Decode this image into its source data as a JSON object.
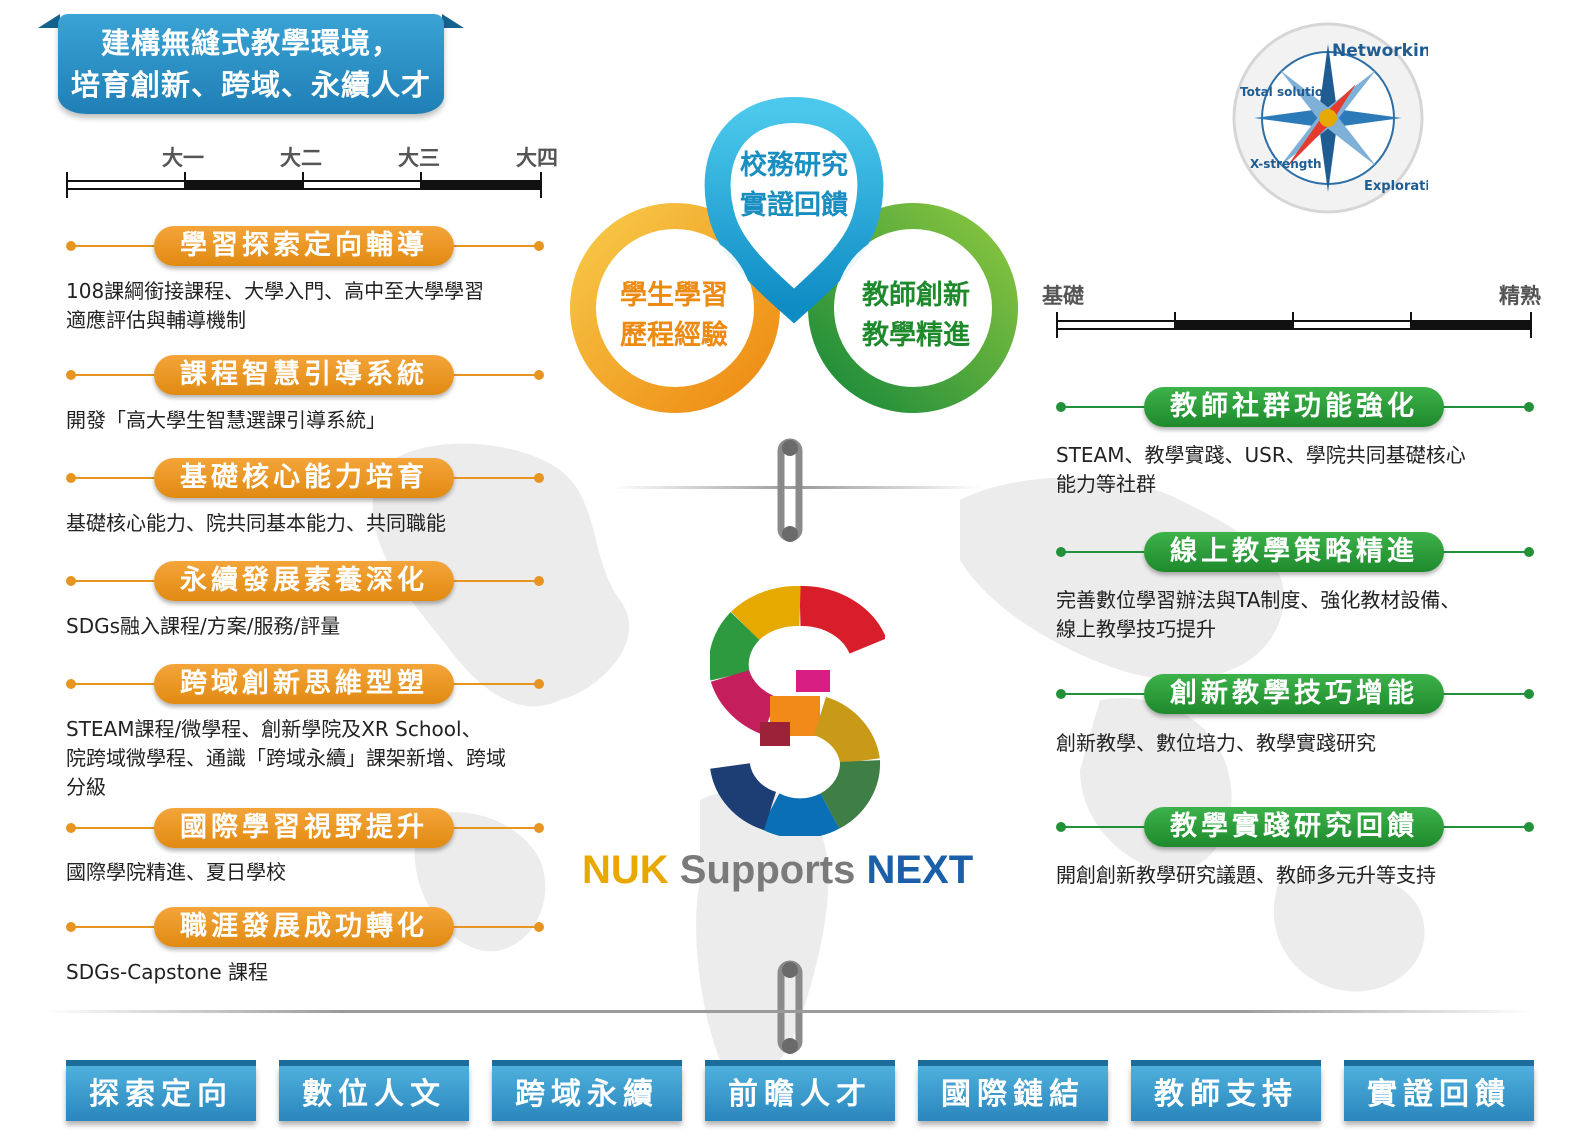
{
  "banner": {
    "line1": "建構無縫式教學環境，",
    "line2": "培育創新、跨域、永續人才"
  },
  "year_scale": {
    "labels": [
      "大一",
      "大二",
      "大三",
      "大四"
    ]
  },
  "level_scale": {
    "start": "基礎",
    "end": "精熟"
  },
  "left_items": [
    {
      "title": "學習探索定向輔導",
      "desc": [
        "108課綱銜接課程、大學入門、高中至大學學習",
        "適應評估與輔導機制"
      ]
    },
    {
      "title": "課程智慧引導系統",
      "desc": [
        "開發「高大學生智慧選課引導系統」"
      ]
    },
    {
      "title": "基礎核心能力培育",
      "desc": [
        "基礎核心能力、院共同基本能力、共同職能"
      ]
    },
    {
      "title": "永續發展素養深化",
      "desc": [
        "SDGs融入課程/方案/服務/評量"
      ]
    },
    {
      "title": "跨域創新思維型塑",
      "desc": [
        "STEAM課程/微學程、創新學院及XR School、",
        "院跨域微學程、通識「跨域永續」課架新增、跨域",
        "分級"
      ]
    },
    {
      "title": "國際學習視野提升",
      "desc": [
        "國際學院精進、夏日學校"
      ]
    },
    {
      "title": "職涯發展成功轉化",
      "desc": [
        "SDGs-Capstone 課程"
      ]
    }
  ],
  "right_items": [
    {
      "title": "教師社群功能強化",
      "desc": [
        "STEAM、教學實踐、USR、學院共同基礎核心",
        "能力等社群"
      ]
    },
    {
      "title": "線上教學策略精進",
      "desc": [
        "完善數位學習辦法與TA制度、強化教材設備、",
        "線上教學技巧提升"
      ]
    },
    {
      "title": "創新教學技巧增能",
      "desc": [
        "創新教學、數位培力、教學實踐研究"
      ]
    },
    {
      "title": "教學實踐研究回饋",
      "desc": [
        "開創創新教學研究議題、教師多元升等支持"
      ]
    }
  ],
  "trefoil": {
    "top": [
      "校務研究",
      "實證回饋"
    ],
    "left": [
      "學生學習",
      "歷程經驗"
    ],
    "right": [
      "教師創新",
      "教學精進"
    ],
    "colors": {
      "top": "#1aa7d9",
      "left": "#f2a11c",
      "right": "#3aa43a"
    }
  },
  "logo": {
    "part1": "NUK",
    "part2": "Supports",
    "part3": "NEXT"
  },
  "compass": {
    "north": "Networking",
    "west": "Total solution",
    "east": "Exploration",
    "south": "X-strength"
  },
  "bottom_buttons": [
    "探索定向",
    "數位人文",
    "跨域永續",
    "前瞻人才",
    "國際鏈結",
    "教師支持",
    "實證回饋"
  ],
  "colors": {
    "orange": "#e89420",
    "green": "#23913a",
    "blue": "#2a86bd",
    "nuk_yellow": "#e8a800",
    "nuk_gray": "#7a7a7a",
    "nuk_blue": "#1a5fa8"
  }
}
